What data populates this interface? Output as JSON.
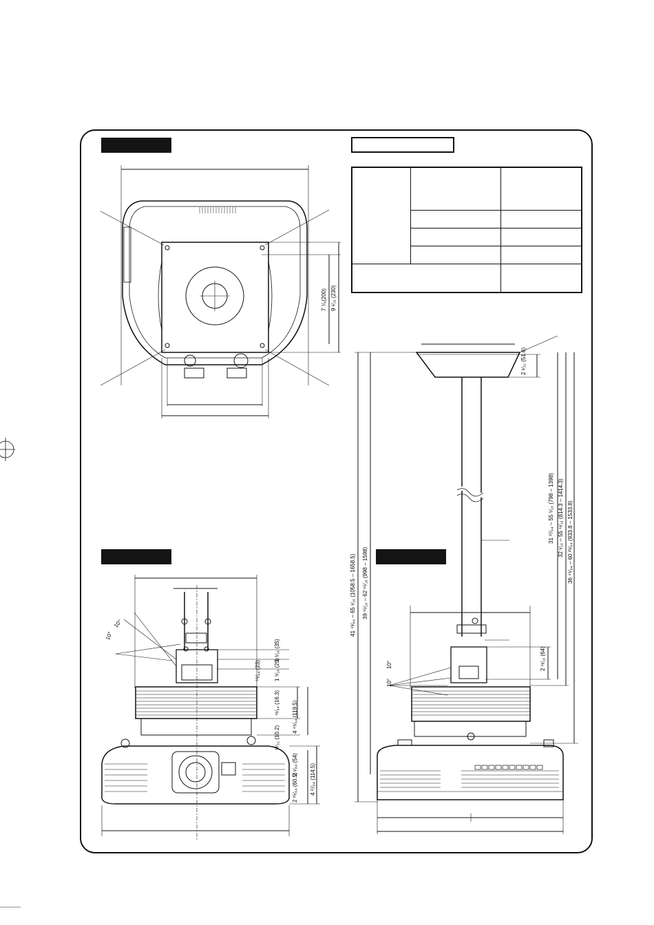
{
  "dimensions": {
    "top_view": {
      "height_inner": "7 ⁷⁄₈(200)",
      "height_outer": "9 ¹⁄₁₆ (230)"
    },
    "pole_view": {
      "plate_depth": "2 ¹⁄₃₂ (51.6)",
      "range_1": "31 ²⁷⁄₆₄ – 55 ⁵⁄₁₆ (798 – 1398)",
      "range_2": "32 ¹⁄₁₆ – 55 ¹¹⁄₁₆ (814.3 – 1414.3)",
      "range_3": "36 ⁴⁹⁄₆₄ – 60 ²⁵⁄₆₄ (933.8 – 1533.8)",
      "total_1": "41 ⁴³⁄₆₄ – 65 ¹⁄₁₆ (1058.5 – 1658.5)",
      "total_2": "39 ¹⁵⁄₁₆ – 62 ¹⁵⁄₁₆ (998 – 1598)",
      "bracket": "2 ¹¹⁄₁₆ (64)",
      "tilt_a": "10°",
      "tilt_b": "10°"
    },
    "front_view": {
      "tilt_a": "10°",
      "tilt_b": "10°",
      "d1": "1 ⁵⁄₁₆ (35)",
      "d2": "1 ⁹⁄₁₆ (29)",
      "d3": "⁵⁵⁄₆₄ (23)",
      "d4": "⁴¹⁄₆₄ (16.3)",
      "d5": "4 ⁴⁵⁄₆₄ (119.5)",
      "d6": "¹³⁄₃₂ (10.2)",
      "d7": "2 ¹⁄₈₄ (54)",
      "d8": "2 ³⁵⁄₆₄ (60.5)",
      "d9": "4 ³⁷⁄₆₄ (114.5)"
    }
  }
}
